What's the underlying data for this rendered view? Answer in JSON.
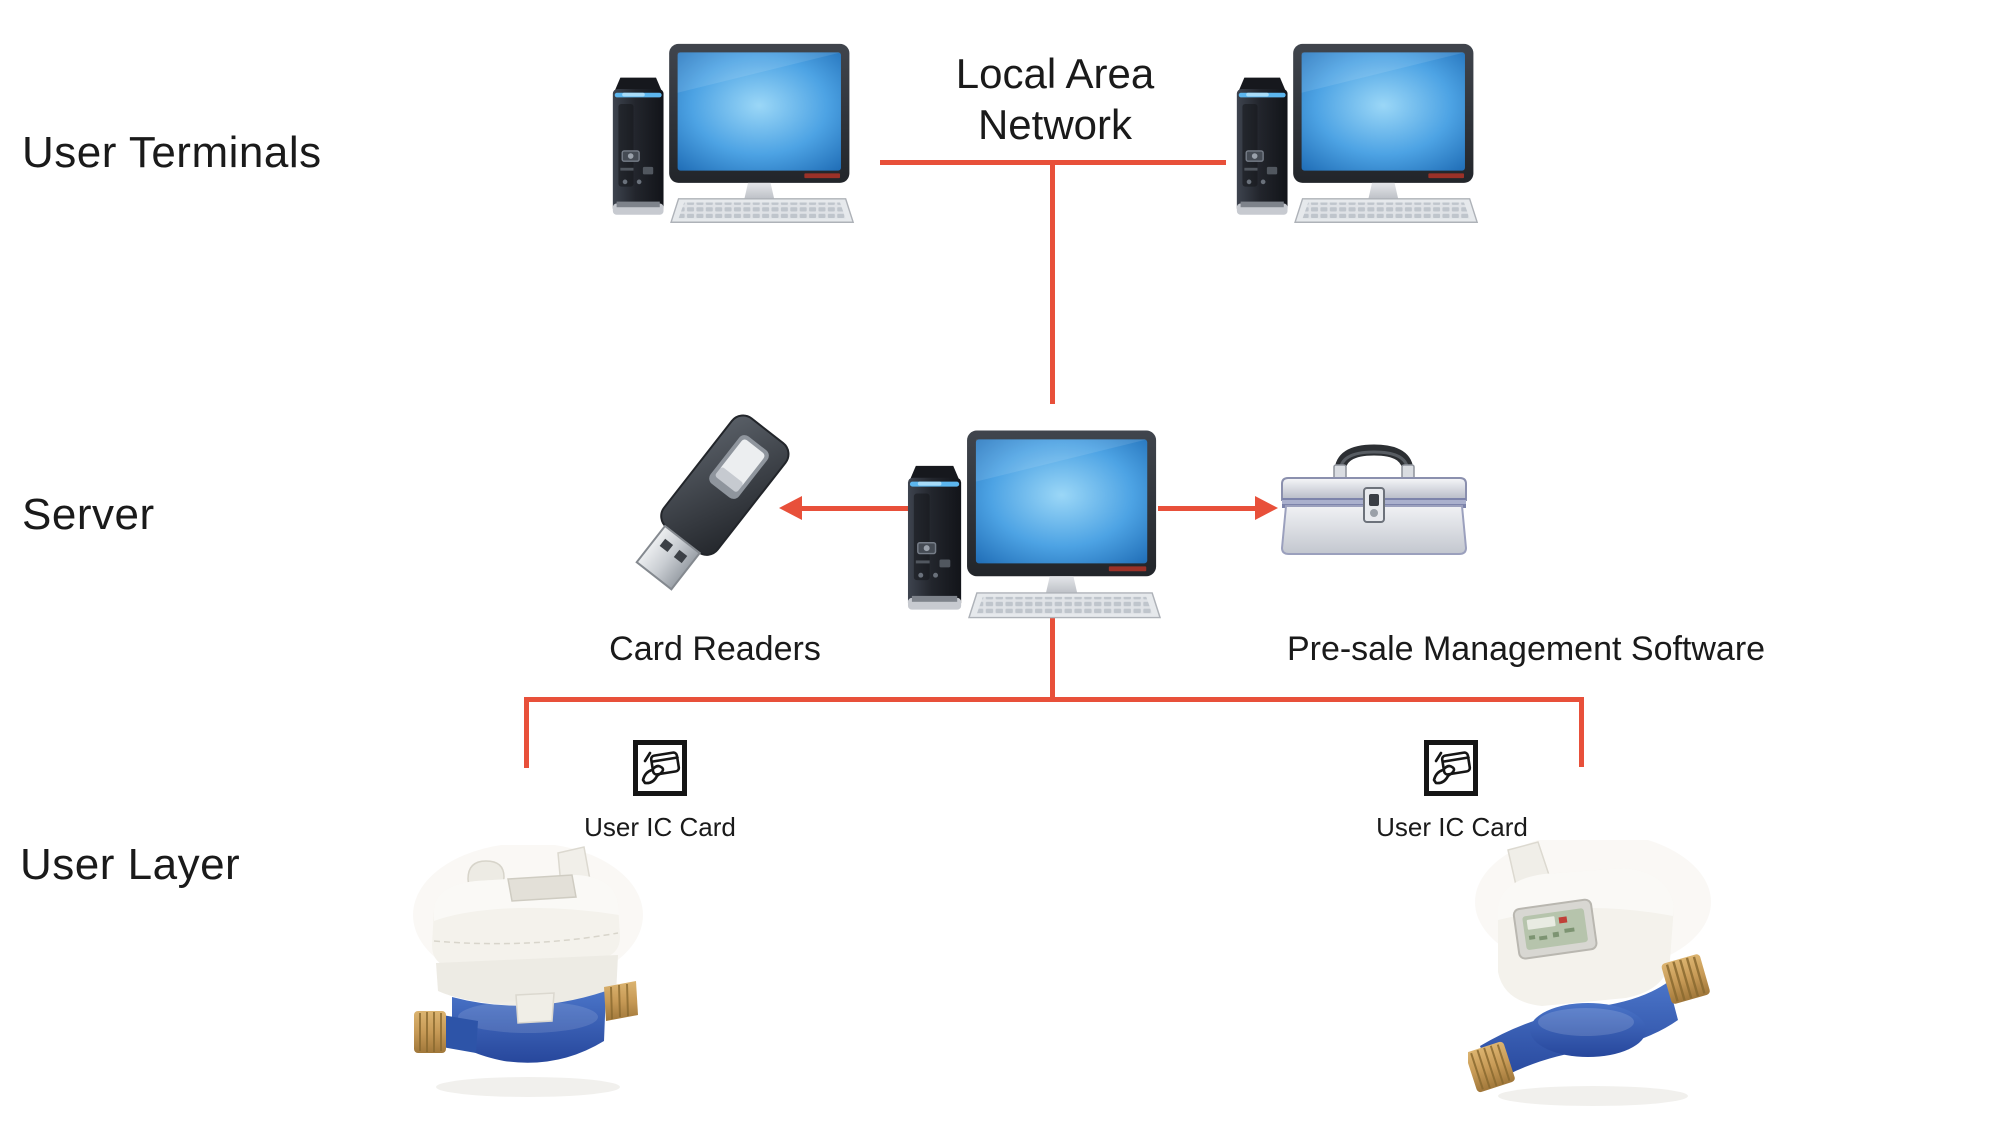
{
  "colors": {
    "background": "#ffffff",
    "connector_red": "#E8503A",
    "text": "#1a1a1a",
    "screen_blue": "#4da3e4",
    "meter_blue": "#3a64b8",
    "brass": "#c79a56"
  },
  "layer_labels": {
    "user_terminals": "User Terminals",
    "server": "Server",
    "user_layer": "User Layer"
  },
  "nodes": {
    "lan": {
      "label": "Local Area Network"
    },
    "card_readers": {
      "label": "Card Readers"
    },
    "presale_software": {
      "label": "Pre-sale Management Software"
    },
    "ic_card_left": {
      "label": "User IC Card"
    },
    "ic_card_right": {
      "label": "User IC Card"
    }
  },
  "icons": {
    "terminal_left": "desktop-computer",
    "terminal_right": "desktop-computer",
    "server_host": "desktop-computer",
    "card_reader": "usb-card-reader",
    "presale_software": "toolbox",
    "ic_card": "hand-swiping-card",
    "meter_left": "prepaid-water-meter",
    "meter_right": "prepaid-water-meter"
  }
}
